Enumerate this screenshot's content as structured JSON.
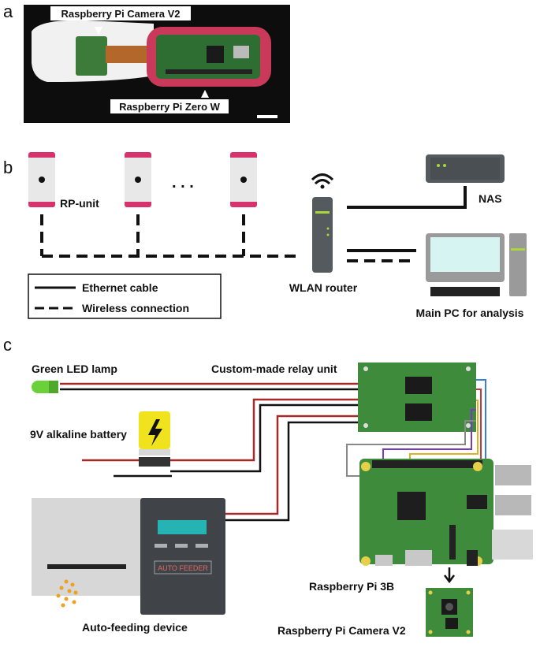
{
  "panels": {
    "a": "a",
    "b": "b",
    "c": "c"
  },
  "photo": {
    "camera_label": "Raspberry Pi Camera V2",
    "zero_label": "Raspberry Pi Zero W"
  },
  "network": {
    "rp_unit": "RP-unit",
    "dots": ". . .",
    "nas": "NAS",
    "router": "WLAN router",
    "main_pc": "Main PC for analysis",
    "legend": {
      "ethernet": "Ethernet cable",
      "wireless": "Wireless connection"
    }
  },
  "wiring": {
    "green_led": "Green LED lamp",
    "relay": "Custom-made relay unit",
    "battery": "9V alkaline battery",
    "auto_feeder_screen": "AUTO FEEDER",
    "auto_feeding": "Auto-feeding device",
    "rpi3b": "Raspberry Pi 3B",
    "camera_v2": "Raspberry Pi Camera V2"
  },
  "colors": {
    "unit_pink": "#d6336c",
    "router_gray": "#555a5e",
    "board_green": "#3f8b3c",
    "wire_red": "#a52a2a",
    "wire_black": "#111111",
    "feeder_screen": "#26b3b3"
  }
}
